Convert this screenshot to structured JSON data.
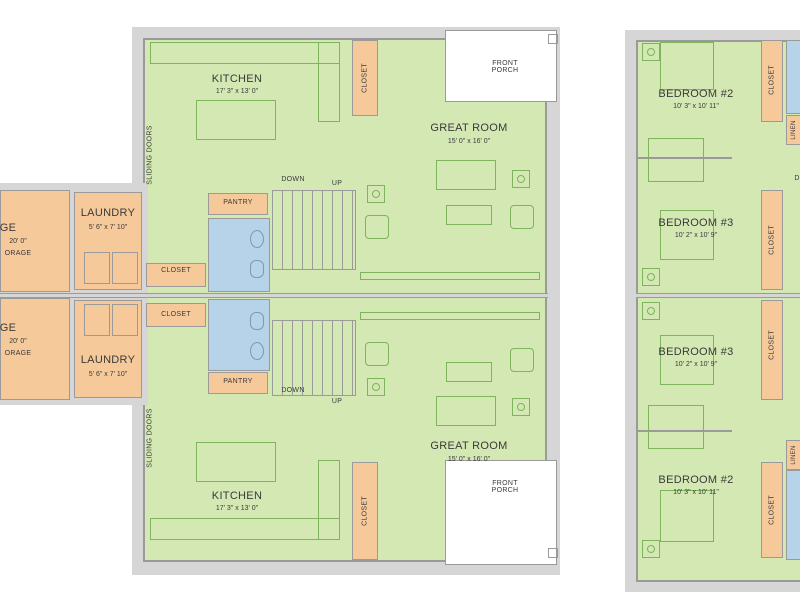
{
  "left_plan": {
    "unit_top": {
      "kitchen": {
        "name": "KITCHEN",
        "dims": "17' 3\" x 13' 0\""
      },
      "great_room": {
        "name": "GREAT ROOM",
        "dims": "15' 0\" x 16' 0\""
      },
      "laundry": {
        "name": "LAUNDRY",
        "dims": "5' 6\" x 7' 10\""
      },
      "garage": {
        "name": "GE",
        "dims": "20' 0\"",
        "note": "ORAGE"
      },
      "closet_laundry": "CLOSET",
      "closet_kitchen": "CLOSET",
      "pantry": "PANTRY",
      "down": "DOWN",
      "up": "UP",
      "sliding_doors": "SLIDING DOORS",
      "front_porch": [
        "FRONT",
        "PORCH"
      ]
    },
    "unit_bottom": {
      "kitchen": {
        "name": "KITCHEN",
        "dims": "17' 3\" x 13' 0\""
      },
      "great_room": {
        "name": "GREAT ROOM",
        "dims": "15' 0\" x 16' 0\""
      },
      "laundry": {
        "name": "LAUNDRY",
        "dims": "5' 6\" x 7' 10\""
      },
      "garage": {
        "name": "GE",
        "dims": "20' 0\"",
        "note": "ORAGE"
      },
      "closet_laundry": "CLOSET",
      "closet_kitchen": "CLOSET",
      "pantry": "PANTRY",
      "down": "DOWN",
      "up": "UP",
      "sliding_doors": "SLIDING DOORS",
      "front_porch": [
        "FRONT",
        "PORCH"
      ]
    }
  },
  "right_plan": {
    "bedrooms": [
      {
        "name": "BEDROOM #2",
        "dims": "10' 3\" x 10' 11\""
      },
      {
        "name": "BEDROOM #3",
        "dims": "10' 2\" x 10' 9\""
      },
      {
        "name": "BEDROOM #3",
        "dims": "10' 2\" x 10' 9\""
      },
      {
        "name": "BEDROOM #2",
        "dims": "10' 3\" x 10' 11\""
      }
    ],
    "closet": "CLOSET",
    "linen": "LINEN",
    "partial_label": "D"
  },
  "colors": {
    "living": "#d4e8b4",
    "service": "#f6c99a",
    "bath": "#b6d3ea",
    "wall": "#9a9a9a"
  }
}
